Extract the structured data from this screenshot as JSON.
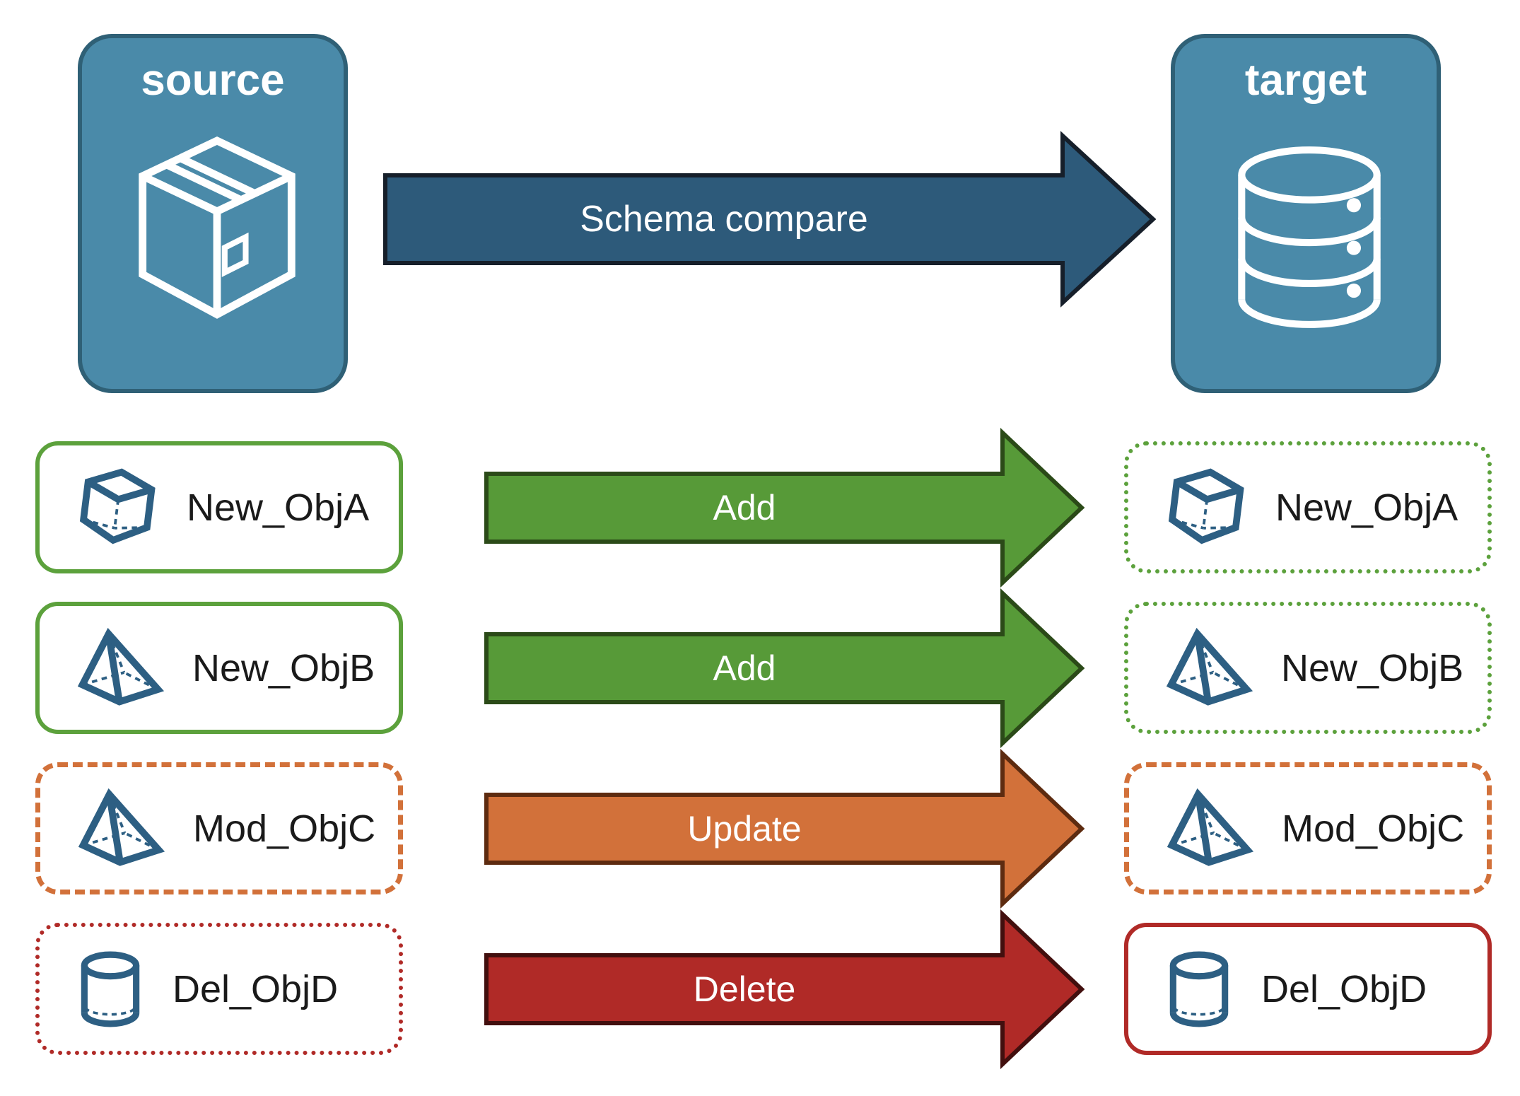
{
  "colors": {
    "card_fill": "#4A8AA9",
    "card_border": "#2F6076",
    "main_arrow_fill": "#2D5A7A",
    "main_arrow_border": "#161F2A",
    "add_fill": "#579A38",
    "add_border": "#2B4A18",
    "update_fill": "#D2713A",
    "update_border": "#5D2B10",
    "delete_fill": "#B02A27",
    "delete_border": "#420F0E",
    "new_border": "#5CA13C",
    "mod_border": "#D2713A",
    "del_border": "#B02A27",
    "icon_blue": "#2D5F83",
    "label_text": "#1A1A1A",
    "arrow_text": "#FFFFFF"
  },
  "source_card": {
    "title": "source",
    "icon": "package-box-icon"
  },
  "target_card": {
    "title": "target",
    "icon": "database-icon"
  },
  "main_arrow": {
    "label": "Schema compare"
  },
  "rows": [
    {
      "source": {
        "label": "New_ObjA",
        "icon": "cube-icon",
        "border": "solid green"
      },
      "action": {
        "label": "Add",
        "style": "green"
      },
      "target": {
        "label": "New_ObjA",
        "icon": "cube-icon",
        "border": "dotted green"
      }
    },
    {
      "source": {
        "label": "New_ObjB",
        "icon": "pyramid-icon",
        "border": "solid green"
      },
      "action": {
        "label": "Add",
        "style": "green"
      },
      "target": {
        "label": "New_ObjB",
        "icon": "pyramid-icon",
        "border": "dotted green"
      }
    },
    {
      "source": {
        "label": "Mod_ObjC",
        "icon": "pyramid-icon",
        "border": "dashed orange"
      },
      "action": {
        "label": "Update",
        "style": "orange"
      },
      "target": {
        "label": "Mod_ObjC",
        "icon": "pyramid-icon",
        "border": "dashed orange"
      }
    },
    {
      "source": {
        "label": "Del_ObjD",
        "icon": "cylinder-icon",
        "border": "dotted red"
      },
      "action": {
        "label": "Delete",
        "style": "red"
      },
      "target": {
        "label": "Del_ObjD",
        "icon": "cylinder-icon",
        "border": "solid red"
      }
    }
  ]
}
